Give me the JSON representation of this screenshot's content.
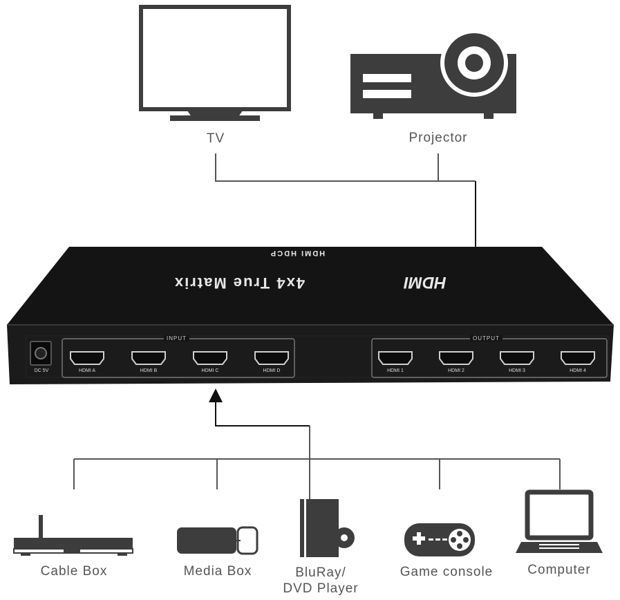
{
  "devices_top": [
    {
      "id": "tv",
      "label": "TV"
    },
    {
      "id": "projector",
      "label": "Projector"
    }
  ],
  "devices_bottom": [
    {
      "id": "cable-box",
      "label": "Cable Box"
    },
    {
      "id": "media-box",
      "label": "Media Box"
    },
    {
      "id": "bluray",
      "label_line1": "BluRay/",
      "label_line2": "DVD Player"
    },
    {
      "id": "game-console",
      "label": "Game console"
    },
    {
      "id": "computer",
      "label": "Computer"
    }
  ],
  "switch": {
    "brand": "HDMI",
    "title": "4x4 True Matrix",
    "top_print": "HDMI HDCP",
    "power_label": "DC 5V",
    "input_group": "INPUT",
    "output_group": "OUTPUT",
    "inputs": [
      "HDMI A",
      "HDMI B",
      "HDMI C",
      "HDMI D"
    ],
    "outputs": [
      "HDMI 1",
      "HDMI 2",
      "HDMI 3",
      "HDMI 4"
    ]
  },
  "colors": {
    "icon": "#3d3d3d",
    "line": "#555555",
    "label": "#555555",
    "device_body": "#141414"
  }
}
